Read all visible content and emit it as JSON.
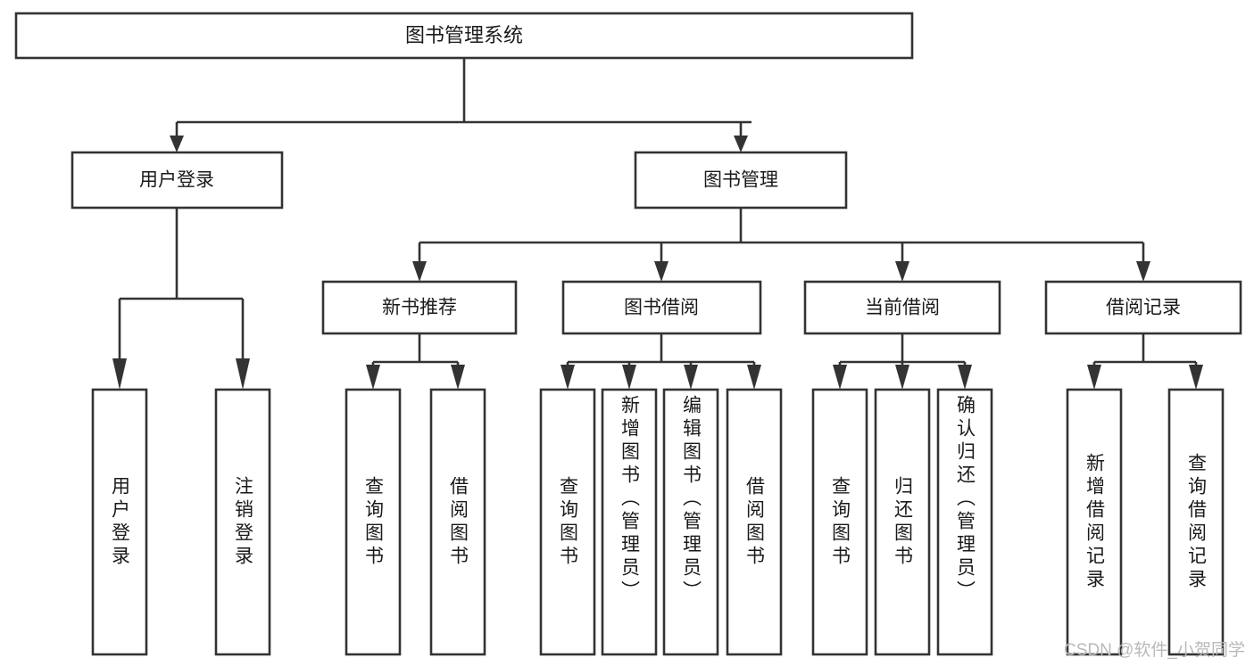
{
  "diagram": {
    "type": "tree-hierarchy-chart",
    "title_node": {
      "id": "root",
      "label": "图书管理系统"
    },
    "level2": [
      {
        "id": "user-login",
        "label": "用户登录"
      },
      {
        "id": "book-management",
        "label": "图书管理"
      }
    ],
    "level3": [
      {
        "id": "new-book-recommend",
        "label": "新书推荐",
        "parent": "book-management"
      },
      {
        "id": "book-borrow",
        "label": "图书借阅",
        "parent": "book-management"
      },
      {
        "id": "current-borrow",
        "label": "当前借阅",
        "parent": "book-management"
      },
      {
        "id": "borrow-record",
        "label": "借阅记录",
        "parent": "book-management"
      }
    ],
    "leaves": [
      {
        "id": "leaf-user-login",
        "label": "用户登录",
        "parent": "user-login"
      },
      {
        "id": "leaf-logout-login",
        "label": "注销登录",
        "parent": "user-login"
      },
      {
        "id": "leaf-query-book-1",
        "label": "查询图书",
        "parent": "new-book-recommend"
      },
      {
        "id": "leaf-borrow-book-1",
        "label": "借阅图书",
        "parent": "new-book-recommend"
      },
      {
        "id": "leaf-query-book-2",
        "label": "查询图书",
        "parent": "book-borrow"
      },
      {
        "id": "leaf-add-book",
        "label": "新增图书（管理员）",
        "parent": "book-borrow"
      },
      {
        "id": "leaf-edit-book",
        "label": "编辑图书（管理员）",
        "parent": "book-borrow"
      },
      {
        "id": "leaf-borrow-book-2",
        "label": "借阅图书",
        "parent": "book-borrow"
      },
      {
        "id": "leaf-query-book-3",
        "label": "查询图书",
        "parent": "current-borrow"
      },
      {
        "id": "leaf-return-book",
        "label": "归还图书",
        "parent": "current-borrow"
      },
      {
        "id": "leaf-confirm-return",
        "label": "确认归还（管理员）",
        "parent": "current-borrow"
      },
      {
        "id": "leaf-add-record",
        "label": "新增借阅记录",
        "parent": "borrow-record"
      },
      {
        "id": "leaf-query-record",
        "label": "查询借阅记录",
        "parent": "borrow-record"
      }
    ],
    "colors": {
      "stroke": "#333333",
      "fill": "#ffffff",
      "text": "#1a1a1a",
      "watermark": "#b9b9b9",
      "background": "#ffffff"
    }
  },
  "watermark": {
    "text": "CSDN @软件_小贺同学"
  }
}
